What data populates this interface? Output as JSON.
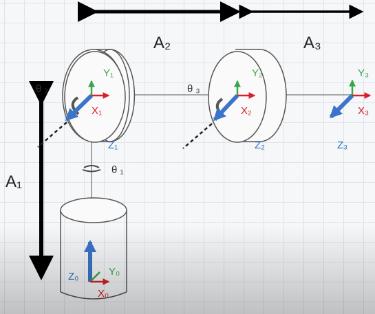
{
  "lengths": {
    "a1": "A₁",
    "a2": "A₂",
    "a3": "A₃"
  },
  "angles": {
    "theta1": "θ ₁",
    "theta2": "θ ₂",
    "theta3": "θ ₃"
  },
  "frame0": {
    "x": "X₀",
    "y": "Y₀",
    "z": "Z₀"
  },
  "frame1": {
    "x": "X₁",
    "y": "Y₁",
    "z": "Z₁"
  },
  "frame2": {
    "x": "X₂",
    "y": "Y₂",
    "z": "Z₂"
  },
  "frame3": {
    "x": "X₃",
    "y": "Y₃",
    "z": "Z₃"
  },
  "colors": {
    "x_axis": "#d8202a",
    "y_axis": "#3aa64a",
    "z_axis": "#3b74c9"
  }
}
